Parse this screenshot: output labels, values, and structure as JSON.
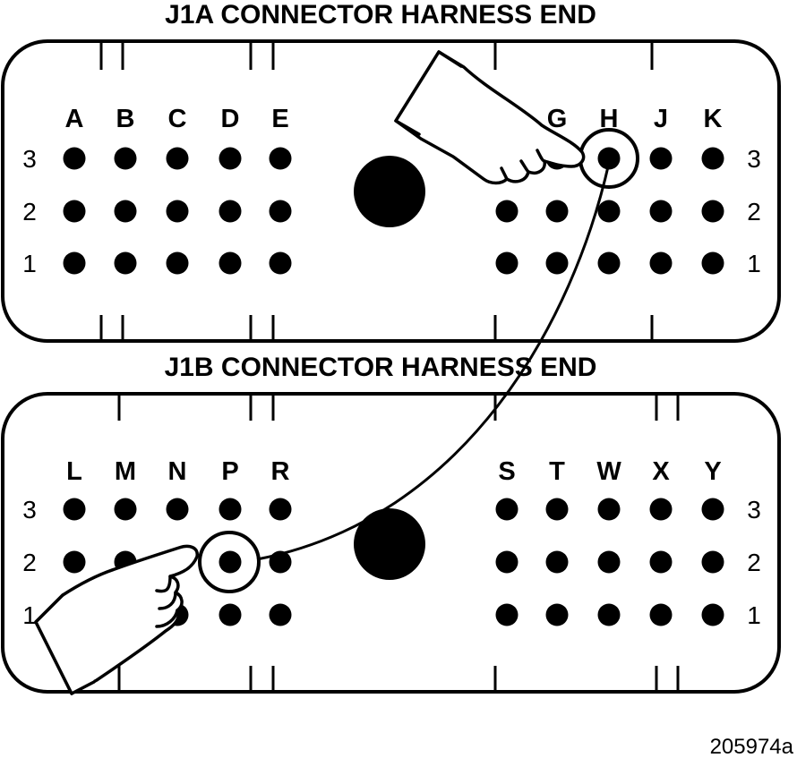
{
  "connectors": [
    {
      "id": "j1a",
      "title": "J1A CONNECTOR HARNESS END",
      "columns_left": [
        "A",
        "B",
        "C",
        "D",
        "E"
      ],
      "columns_right": [
        "",
        "G",
        "H",
        "J",
        "K"
      ],
      "rows": [
        "3",
        "2",
        "1"
      ],
      "highlighted_pin": "H3"
    },
    {
      "id": "j1b",
      "title": "J1B CONNECTOR HARNESS END",
      "columns_left": [
        "L",
        "M",
        "N",
        "P",
        "R"
      ],
      "columns_right": [
        "S",
        "T",
        "W",
        "X",
        "Y"
      ],
      "rows": [
        "3",
        "2",
        "1"
      ],
      "highlighted_pin": "P2"
    }
  ],
  "figure_number": "205974a",
  "colors": {
    "ink": "#000000",
    "paper": "#ffffff"
  },
  "icons": [
    "pointing-hand-icon",
    "pointing-hand-icon"
  ]
}
